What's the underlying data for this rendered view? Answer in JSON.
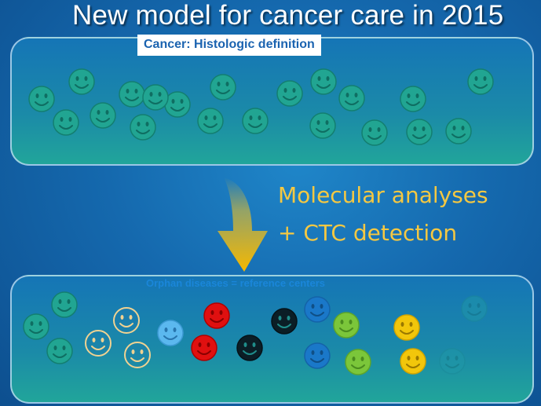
{
  "slide": {
    "title": "New model for cancer care in 2015",
    "top_label": "Cancer: Histologic definition",
    "caption_line1": "Molecular analyses",
    "caption_line2": "+ CTC detection",
    "bottom_label": "Orphan diseases = reference centers"
  },
  "colors": {
    "teal_face": "#21a592",
    "red_face": "#e01010",
    "black_face": "#0b1e26",
    "green_face": "#7bc63a",
    "yellow_face": "#f2c60b",
    "light_blue_face": "#5bb8ef",
    "blue_face": "#1a78c9",
    "tan_outline": "#f0d291",
    "caption_color": "#f5c842"
  },
  "top_faces": [
    {
      "kind": "teal"
    },
    {
      "kind": "teal"
    },
    {
      "kind": "teal"
    },
    {
      "kind": "teal"
    },
    {
      "kind": "teal"
    },
    {
      "kind": "teal"
    },
    {
      "kind": "teal"
    },
    {
      "kind": "teal"
    },
    {
      "kind": "teal"
    },
    {
      "kind": "teal"
    },
    {
      "kind": "teal"
    },
    {
      "kind": "teal"
    },
    {
      "kind": "teal"
    },
    {
      "kind": "teal"
    },
    {
      "kind": "teal"
    },
    {
      "kind": "teal"
    },
    {
      "kind": "teal"
    },
    {
      "kind": "teal"
    },
    {
      "kind": "teal"
    },
    {
      "kind": "teal"
    }
  ],
  "bottom_faces": [
    {
      "kind": "teal"
    },
    {
      "kind": "teal"
    },
    {
      "kind": "teal"
    },
    {
      "kind": "tan"
    },
    {
      "kind": "tan"
    },
    {
      "kind": "tan"
    },
    {
      "kind": "light_blue"
    },
    {
      "kind": "red"
    },
    {
      "kind": "red"
    },
    {
      "kind": "black"
    },
    {
      "kind": "black"
    },
    {
      "kind": "blue"
    },
    {
      "kind": "blue"
    },
    {
      "kind": "green"
    },
    {
      "kind": "green"
    },
    {
      "kind": "yellow"
    },
    {
      "kind": "yellow"
    },
    {
      "kind": "faint"
    },
    {
      "kind": "faint"
    }
  ]
}
